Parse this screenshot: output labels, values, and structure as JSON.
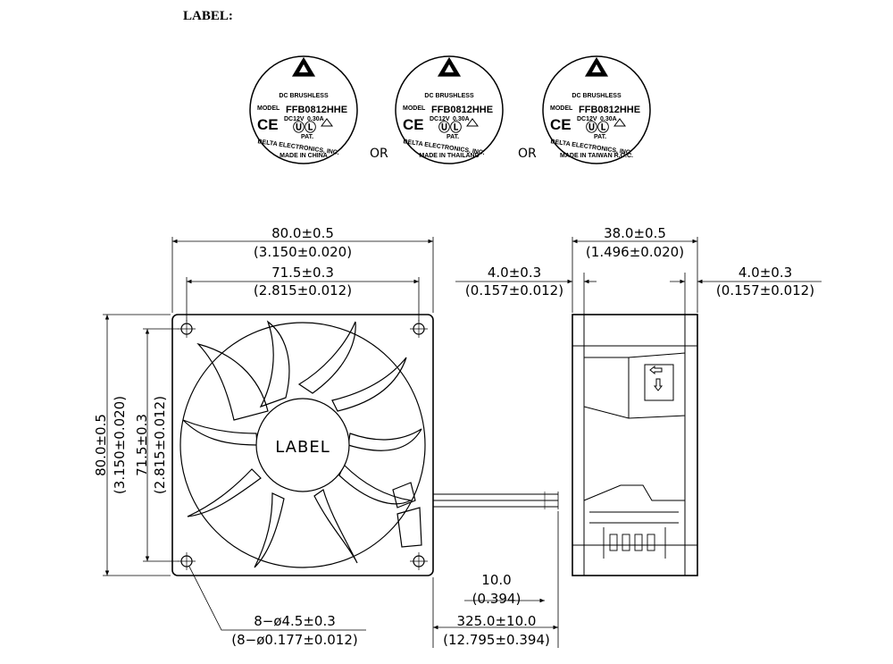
{
  "header": {
    "label_title": "LABEL:"
  },
  "labels": [
    {
      "brand": "DC BRUSHLESS",
      "model_prefix": "MODEL",
      "model": "FFB0812HHE",
      "voltage": "DC12V",
      "current": "0.30A",
      "pat": "PAT.",
      "maker": "DELTA ELECTRONICS, INC.",
      "origin": "MADE IN CHINA"
    },
    {
      "brand": "DC BRUSHLESS",
      "model_prefix": "MODEL",
      "model": "FFB0812HHE",
      "voltage": "DC12V",
      "current": "0.30A",
      "pat": "PAT.",
      "maker": "DELTA ELECTRONICS, INC.",
      "origin": "MADE IN THAILAND"
    },
    {
      "brand": "DC BRUSHLESS",
      "model_prefix": "MODEL",
      "model": "FFB0812HHE",
      "voltage": "DC12V",
      "current": "0.30A",
      "pat": "PAT.",
      "maker": "DELTA ELECTRONICS, INC.",
      "origin": "MADE IN TAIWAN R.O.C."
    }
  ],
  "or_separators": [
    "OR",
    "OR"
  ],
  "front_view": {
    "hub_label": "LABEL",
    "dims": {
      "width_mm": "80.0±0.5",
      "width_in": "(3.150±0.020)",
      "hole_span_mm": "71.5±0.3",
      "hole_span_in": "(2.815±0.012)",
      "height_mm": "80.0±0.5",
      "height_in": "(3.150±0.020)",
      "v_hole_span_mm": "71.5±0.3",
      "v_hole_span_in": "(2.815±0.012)",
      "hole_mm": "8−ø4.5±0.3",
      "hole_in": "(8−ø0.177±0.012)",
      "strip_mm": "10.0",
      "strip_in": "(0.394)",
      "lead_mm": "325.0±10.0",
      "lead_in": "(12.795±0.394)"
    }
  },
  "side_view": {
    "dims": {
      "depth_mm": "38.0±0.5",
      "depth_in": "(1.496±0.020)",
      "flange_left_mm": "4.0±0.3",
      "flange_left_in": "(0.157±0.012)",
      "flange_right_mm": "4.0±0.3",
      "flange_right_in": "(0.157±0.012)"
    }
  }
}
